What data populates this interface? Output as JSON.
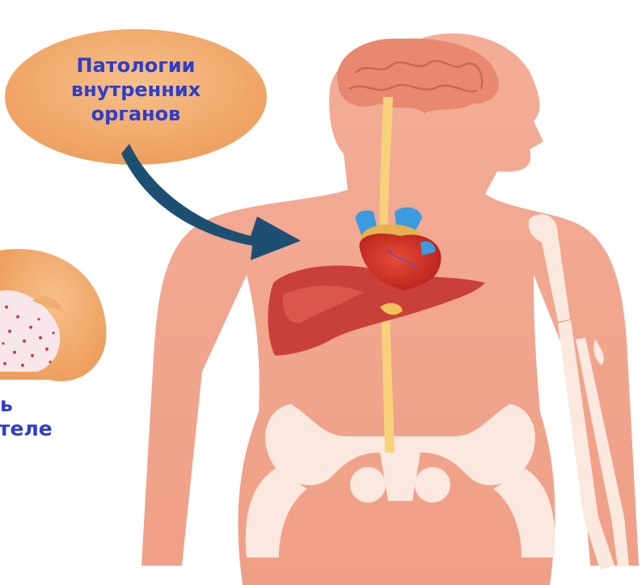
{
  "callouts": {
    "internal_organs": {
      "lines": [
        "Патологии",
        "внутренних",
        "органов"
      ]
    },
    "cropped_left": {
      "lines": [
        "ь",
        "теле"
      ]
    }
  },
  "colors": {
    "background": "#ffffff",
    "label_text": "#2f3ec9",
    "callout_circle": "#f1ad6f",
    "body_silhouette": "#f2a58e",
    "arrow": "#1d4f73",
    "esophagus": "#f7d27a",
    "brain": "#e8886e",
    "heart": "#d8342a",
    "liver": "#c9403a",
    "bones": "#fbe6dc"
  }
}
